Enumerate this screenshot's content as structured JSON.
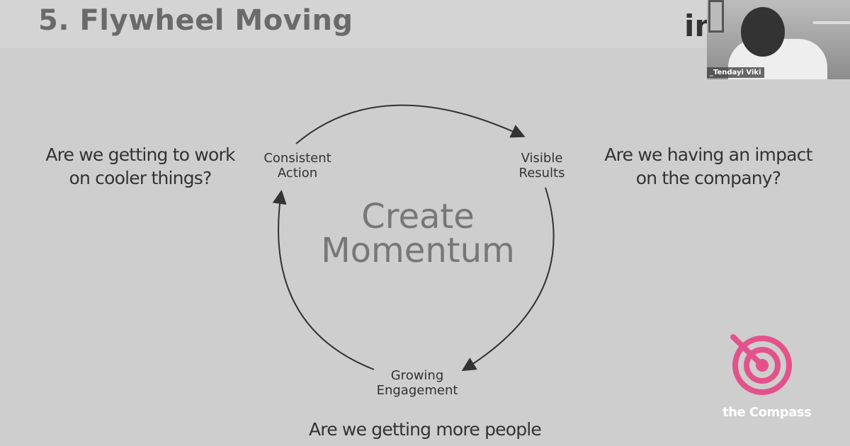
{
  "slide": {
    "title": "5. Flywheel Moving",
    "brand_partial": "in",
    "center_line1": "Create",
    "center_line2": "Momentum",
    "nodes": [
      {
        "line1": "Consistent",
        "line2": "Action"
      },
      {
        "line1": "Visible",
        "line2": "Results"
      },
      {
        "line1": "Growing",
        "line2": "Engagement"
      }
    ],
    "questions": {
      "left": [
        "Are we getting to work",
        "on cooler things?"
      ],
      "right": [
        "Are we having an impact",
        "on the company?"
      ],
      "bottom": [
        "Are we getting more people"
      ]
    },
    "logo_text": "the Compass",
    "logo_color": "#e4528b"
  },
  "video": {
    "participant_name": "_Tendayi Viki"
  }
}
